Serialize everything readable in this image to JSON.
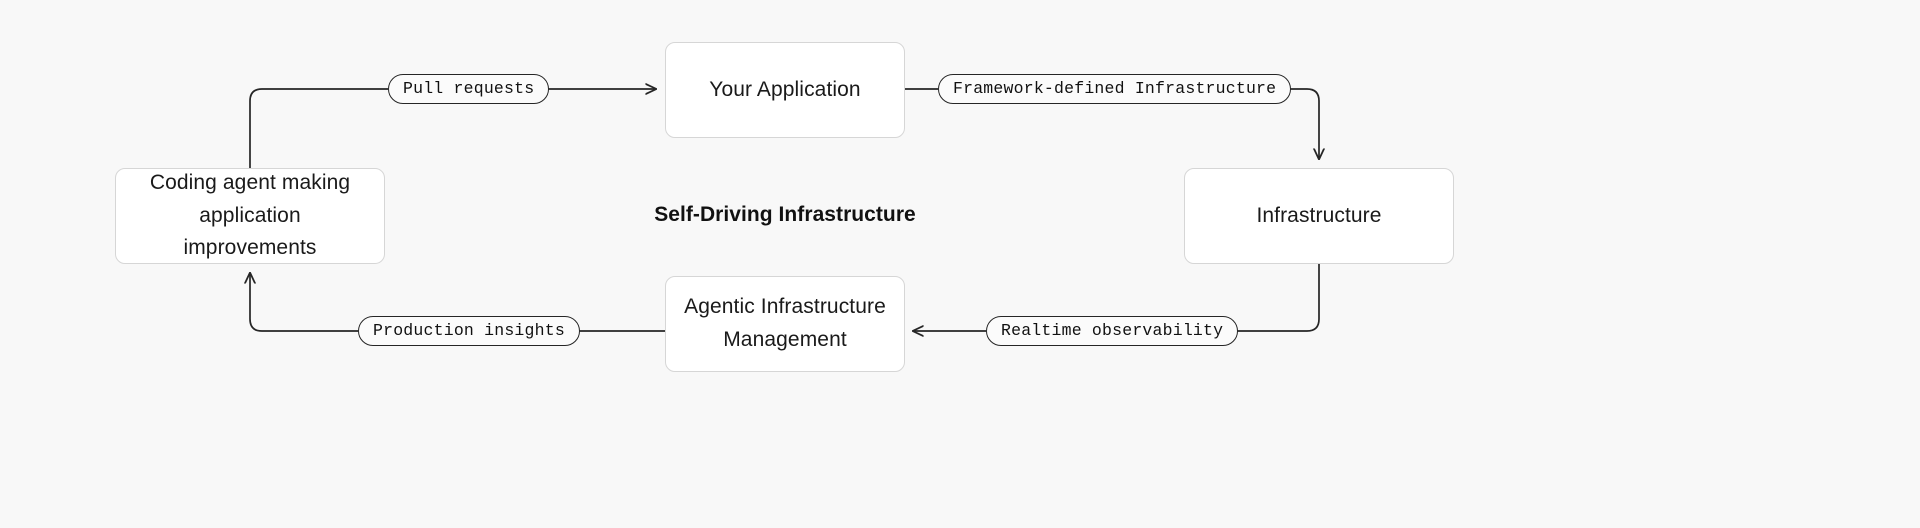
{
  "diagram": {
    "title": "Self-Driving Infrastructure",
    "background_color": "#f8f8f8",
    "node_fill_color": "#ffffff",
    "node_border_color": "#d6d6d6",
    "edge_color": "#262626",
    "nodes": [
      {
        "id": "coding-agent",
        "label": "Coding agent making\napplication improvements"
      },
      {
        "id": "your-application",
        "label": "Your Application"
      },
      {
        "id": "infrastructure",
        "label": "Infrastructure"
      },
      {
        "id": "agentic-management",
        "label": "Agentic Infrastructure\nManagement"
      }
    ],
    "edge_labels": [
      {
        "id": "pull-requests",
        "label": "Pull requests"
      },
      {
        "id": "framework-defined",
        "label": "Framework-defined Infrastructure"
      },
      {
        "id": "realtime-observability",
        "label": "Realtime observability"
      },
      {
        "id": "production-insights",
        "label": "Production insights"
      }
    ]
  }
}
